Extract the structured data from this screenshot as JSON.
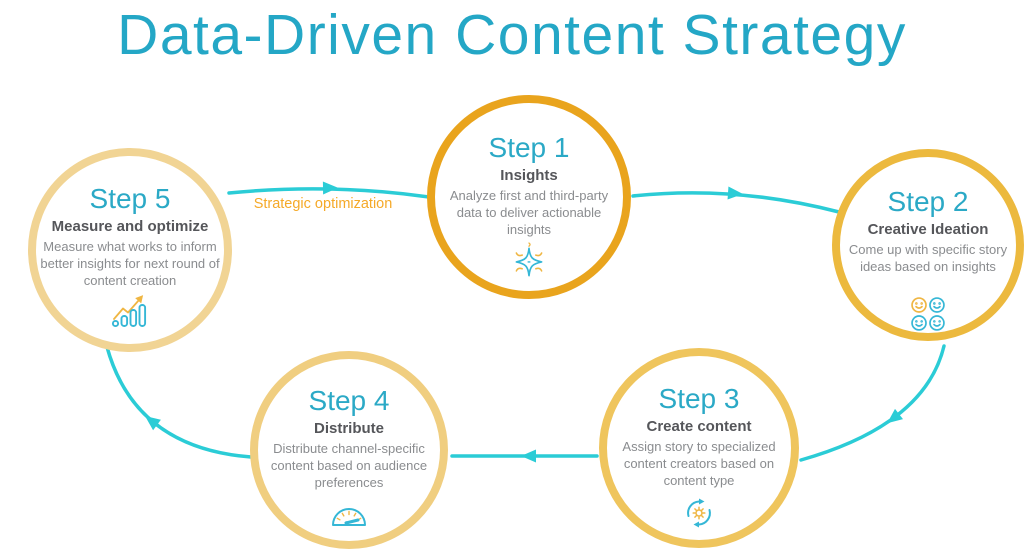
{
  "title": "Data-Driven Content Strategy",
  "connector": {
    "label": "Strategic optimization"
  },
  "steps": [
    {
      "title": "Step 1",
      "subtitle": "Insights",
      "description": "Analyze first and third-party data to deliver actionable insights",
      "icon": "sparkle-icon",
      "border_color": "#E9A41D"
    },
    {
      "title": "Step 2",
      "subtitle": "Creative Ideation",
      "description": "Come up with specific story ideas based on insights",
      "icon": "smileys-icon",
      "border_color": "#ECB93E"
    },
    {
      "title": "Step 3",
      "subtitle": "Create content",
      "description": "Assign story to specialized content creators based on content type",
      "icon": "sync-gear-icon",
      "border_color": "#EFC55D"
    },
    {
      "title": "Step 4",
      "subtitle": "Distribute",
      "description": "Distribute channel-specific content based on audience preferences",
      "icon": "gauge-icon",
      "border_color": "#F0CE80"
    },
    {
      "title": "Step 5",
      "subtitle": "Measure and optimize",
      "description": "Measure what works to inform better insights for next round of content creation",
      "icon": "bar-chart-icon",
      "border_color": "#F1D494"
    }
  ],
  "colors": {
    "title_teal": "#24A7C6",
    "step_title_teal": "#2BA9C6",
    "arrow_teal": "#2BCCD6",
    "subtitle_gray": "#55565A",
    "body_gray": "#8A8C8F",
    "connector_label_gold": "#F5A928",
    "icon_teal": "#35B7D6",
    "icon_gold": "#EFB643"
  }
}
